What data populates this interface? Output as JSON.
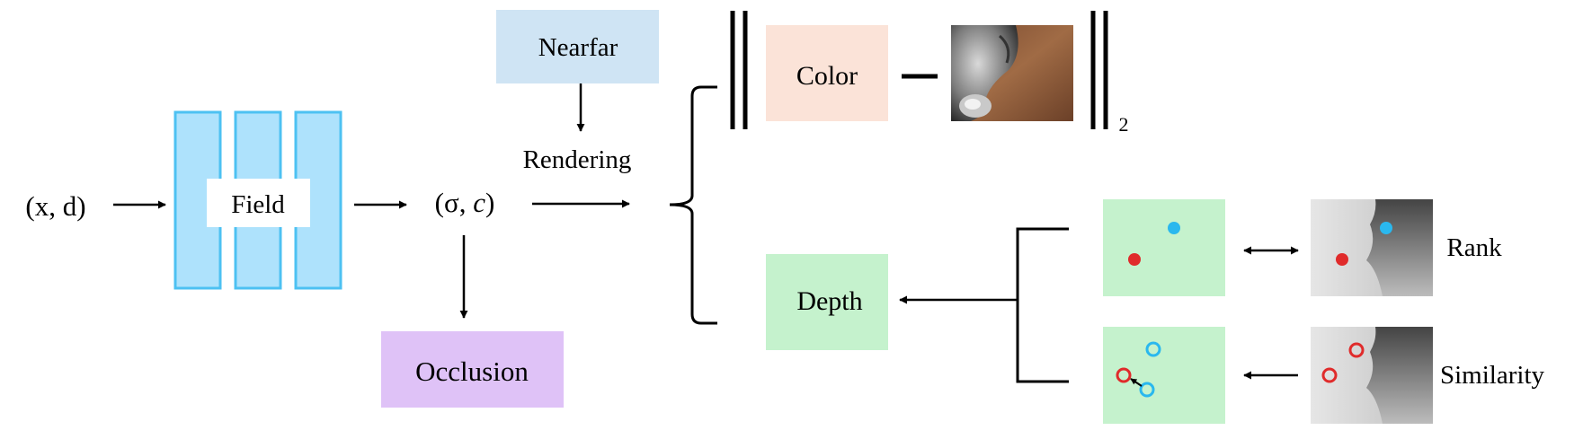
{
  "labels": {
    "input": "(x, d)",
    "field": "Field",
    "output_prefix": "(σ, ",
    "output_var": "c",
    "output_suffix": ")",
    "nearfar": "Nearfar",
    "rendering": "Rendering",
    "occlusion": "Occlusion",
    "color": "Color",
    "norm_subscript": "2",
    "depth": "Depth",
    "rank": "Rank",
    "similarity": "Similarity"
  },
  "colors": {
    "field_fill": "#aee2fc",
    "field_stroke": "#4dc1f2",
    "nearfar_fill": "#cfe4f4",
    "occlusion_fill": "#dfc2f7",
    "color_fill": "#fbe3d8",
    "depth_fill": "#c5f2cd",
    "point_red": "#e02b2b",
    "point_blue": "#2ab8ee",
    "line": "#000000"
  },
  "icons": {
    "photo": "rendered-photo-thumbnail",
    "depth_map": "depth-map-thumbnail",
    "minus": "minus-sign",
    "norm_bars": "double-bar-norm"
  }
}
